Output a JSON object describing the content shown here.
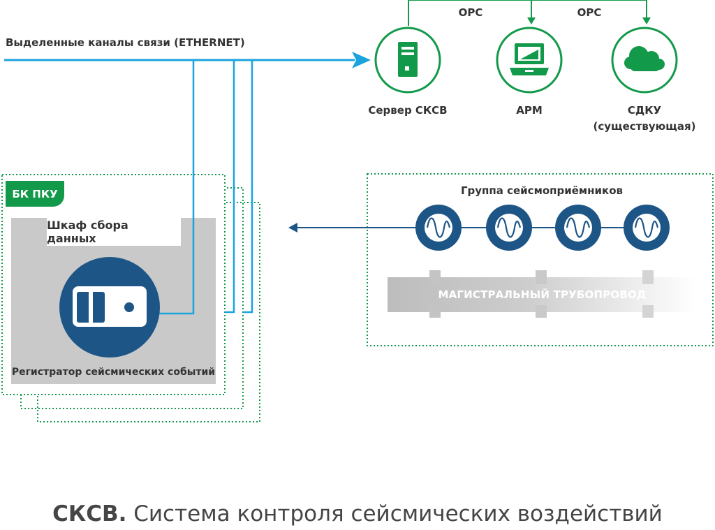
{
  "channels_label": "Выделенные каналы связи (ETHERNET)",
  "opc_labels": [
    "OPC",
    "OPC"
  ],
  "nodes": [
    {
      "label": "Сервер СКСВ",
      "icon": "server-icon"
    },
    {
      "label": "АРМ",
      "icon": "laptop-icon"
    },
    {
      "label": "СДКУ",
      "label2": "(существующая)",
      "icon": "cloud-icon"
    }
  ],
  "bk_pku": "БК ПКУ",
  "cabinet_title": "Шкаф сбора данных",
  "recorder_label": "Регистратор сейсмических событий",
  "sensor_group_title": "Группа сейсмоприёмников",
  "pipeline_label": "МАГИСТРАЛЬНЫЙ ТРУБОПРОВОД",
  "caption": {
    "bold": "СКСВ.",
    "rest": " Система контроля сейсмических воздействий"
  },
  "colors": {
    "green": "#13994a",
    "blue": "#1ba3de",
    "navy": "#1d5587",
    "gray": "#c9c9c9"
  }
}
